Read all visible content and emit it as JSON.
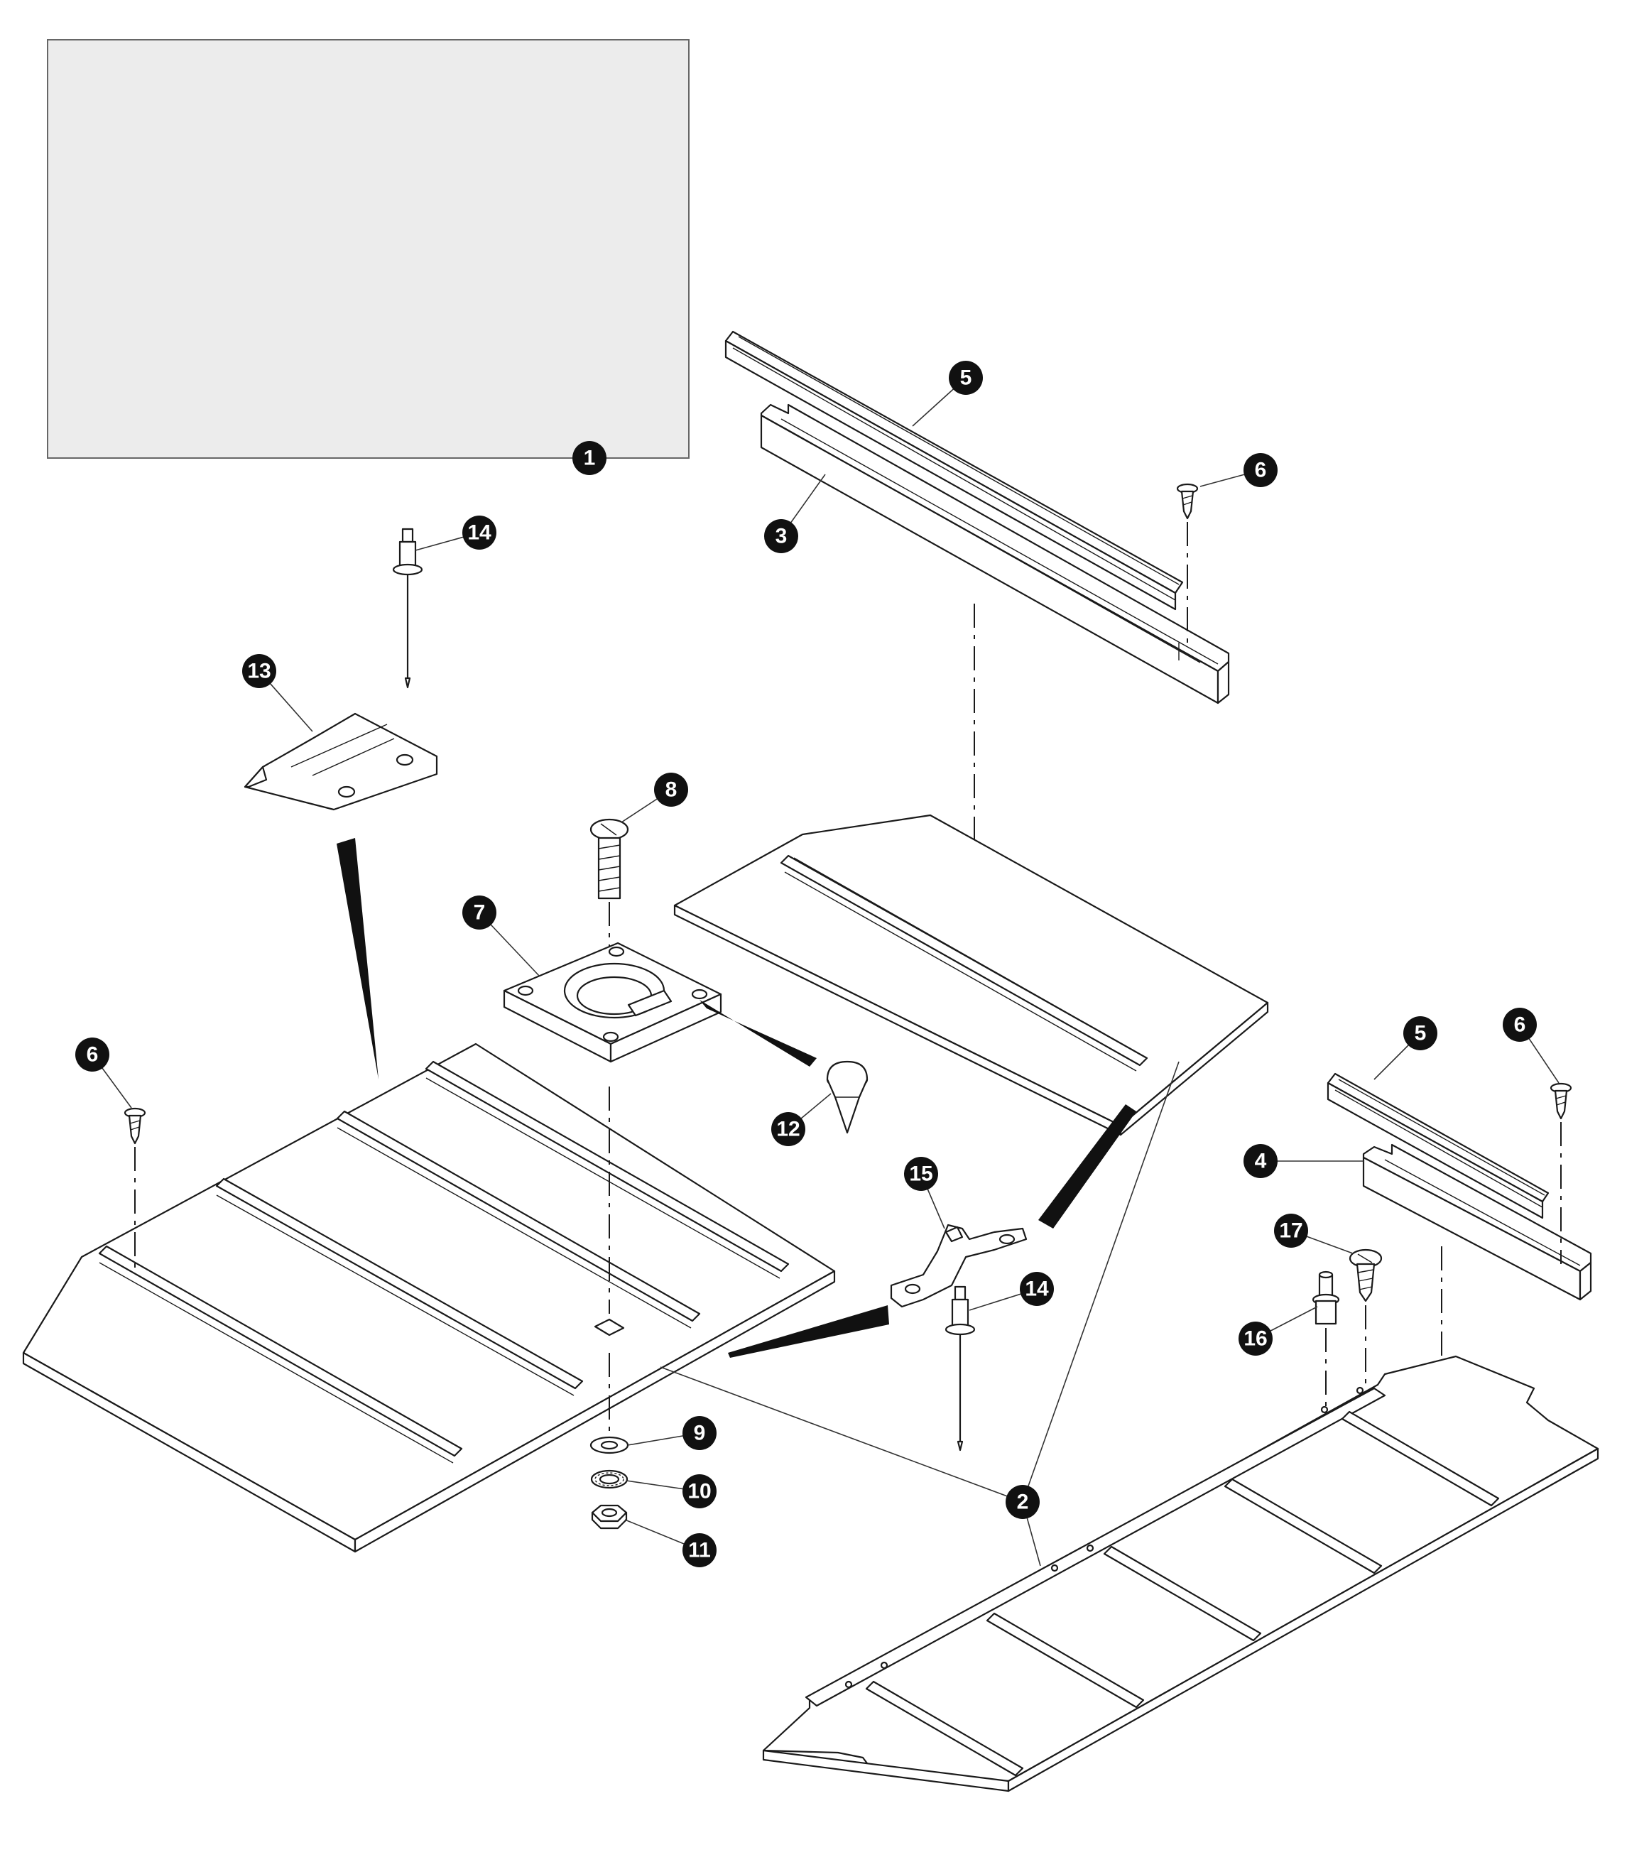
{
  "diagram": {
    "colors": {
      "ink": "#111111",
      "placeholder_fill": "#ececec",
      "placeholder_stroke": "#666666",
      "paper": "#ffffff"
    },
    "callouts": [
      {
        "id": "c1",
        "label": "1"
      },
      {
        "id": "c2",
        "label": "2"
      },
      {
        "id": "c3",
        "label": "3"
      },
      {
        "id": "c4",
        "label": "4"
      },
      {
        "id": "c5a",
        "label": "5"
      },
      {
        "id": "c5b",
        "label": "5"
      },
      {
        "id": "c6a",
        "label": "6"
      },
      {
        "id": "c6b",
        "label": "6"
      },
      {
        "id": "c6c",
        "label": "6"
      },
      {
        "id": "c7",
        "label": "7"
      },
      {
        "id": "c8",
        "label": "8"
      },
      {
        "id": "c9",
        "label": "9"
      },
      {
        "id": "c10",
        "label": "10"
      },
      {
        "id": "c11",
        "label": "11"
      },
      {
        "id": "c12",
        "label": "12"
      },
      {
        "id": "c13",
        "label": "13"
      },
      {
        "id": "c14a",
        "label": "14"
      },
      {
        "id": "c14b",
        "label": "14"
      },
      {
        "id": "c15",
        "label": "15"
      },
      {
        "id": "c16",
        "label": "16"
      },
      {
        "id": "c17",
        "label": "17"
      }
    ]
  }
}
